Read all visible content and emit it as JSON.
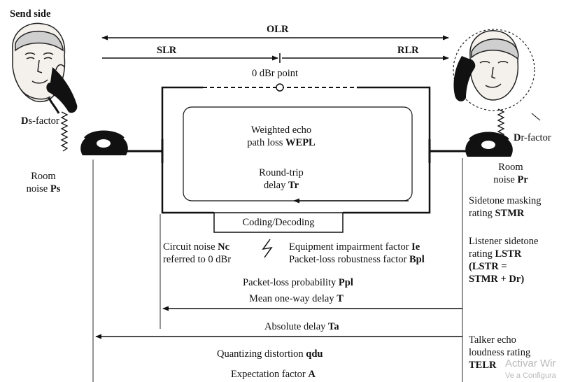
{
  "labels": {
    "send_side": "Send side",
    "olr": "OLR",
    "slr": "SLR",
    "rlr": "RLR",
    "zero_dbr": "0 dBr  point",
    "weplr_1": "Weighted echo",
    "weplr_2": "path loss",
    "weplr_bold": "WEPL",
    "rt_1": "Round-trip",
    "rt_2": "delay",
    "rt_bold": "Tr",
    "ds_1": "D",
    "ds_2": "s-factor",
    "dr_1": "D",
    "dr_2": "r-factor",
    "room_left_1": "Room",
    "room_left_2": "noise",
    "room_left_bold": "Ps",
    "room_right_1": "Room",
    "room_right_2": "noise",
    "room_right_bold": "Pr",
    "coding": "Coding/Decoding",
    "circuit_1": "Circuit noise",
    "circuit_bold": "Nc",
    "circuit_2": "referred to 0 dBr",
    "equip": "Equipment impairment factor",
    "equip_bold": "Ie",
    "packet_rob": "Packet-loss robustness factor",
    "packet_rob_bold": "Bpl",
    "packet_prob": "Packet-loss probability",
    "packet_prob_bold": "Ppl",
    "mean_delay": "Mean one-way delay",
    "mean_delay_bold": "T",
    "abs_delay": "Absolute delay",
    "abs_delay_bold": "Ta",
    "quant": "Quantizing distortion",
    "quant_bold": "qdu",
    "expect": "Expectation factor",
    "expect_bold": "A",
    "stmr_1": "Sidetone masking",
    "stmr_2": "rating",
    "stmr_bold": "STMR",
    "lstr_1": "Listener sidetone",
    "lstr_2": "rating",
    "lstr_bold": "LSTR",
    "lstr_3": "(LSTR =",
    "lstr_4": "STMR + Dr)",
    "telr_1": "Talker echo",
    "telr_2": "loudness rating",
    "telr_bold": "TELR"
  },
  "watermark": {
    "line1": "Activar Wir",
    "line2": "Ve a Configura"
  }
}
